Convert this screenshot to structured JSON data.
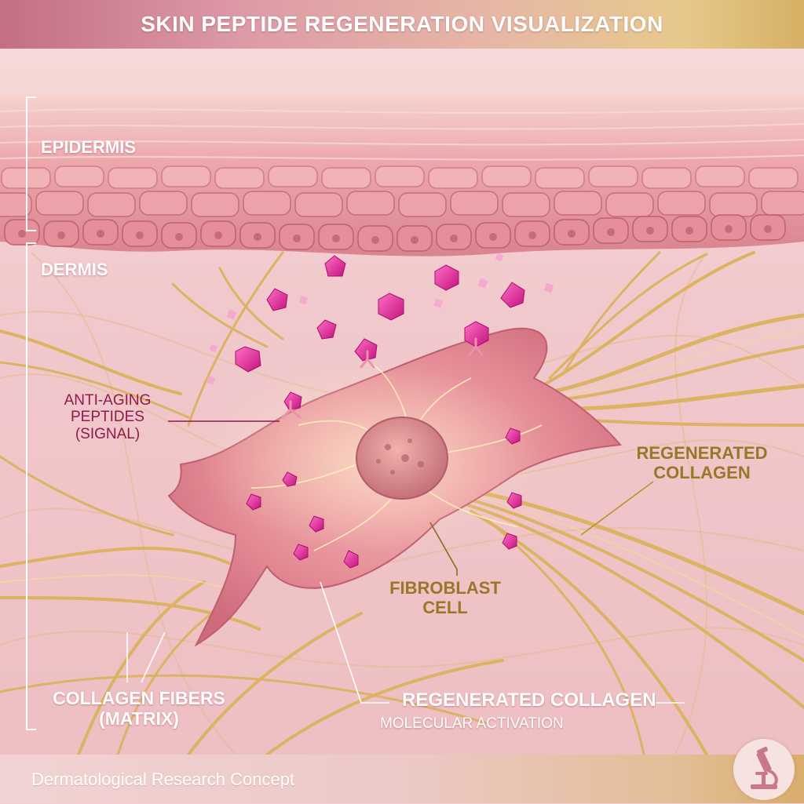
{
  "header": {
    "title": "SKIN PEPTIDE REGENERATION VISUALIZATION"
  },
  "labels": {
    "epidermis": "EPIDERMIS",
    "dermis": "DERMIS",
    "peptides": "ANTI-AGING PEPTIDES (SIGNAL)",
    "regenerated_collagen_right": "REGENERATED COLLAGEN",
    "fibroblast": "FIBROBLAST CELL",
    "collagen_fibers": "COLLAGEN FIBERS (MATRIX)",
    "regenerated_collagen_bottom": "REGENERATED COLLAGEN",
    "molecular_activation": "MOLECULAR ACTIVATION"
  },
  "footer": {
    "text": "Dermatological Research Concept"
  },
  "icons": {
    "badge": "microscope-icon"
  },
  "colors": {
    "skin_bg": "#f3cdd0",
    "cell_pink": "#e58b95",
    "peptide_magenta": "#e0249a",
    "collagen_gold": "#dcb263",
    "label_gold": "#9b7628",
    "label_crimson": "#8e1a4e"
  }
}
